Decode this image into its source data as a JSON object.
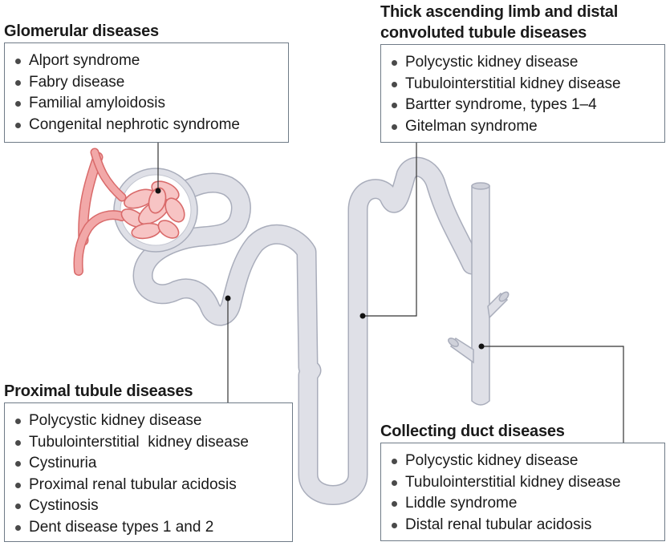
{
  "sections": {
    "glomerular": {
      "title": "Glomerular diseases",
      "items": [
        "Alport syndrome",
        "Fabry disease",
        "Familial amyloidosis",
        "Congenital nephrotic syndrome"
      ]
    },
    "thick_ascending": {
      "title_line1": "Thick ascending limb and distal",
      "title_line2": "convoluted tubule diseases",
      "items": [
        "Polycystic kidney disease",
        "Tubulointerstitial kidney disease",
        "Bartter syndrome, types 1–4",
        "Gitelman syndrome"
      ]
    },
    "proximal": {
      "title": "Proximal tubule diseases",
      "items": [
        "Polycystic kidney disease",
        "Tubulointerstitial  kidney disease",
        "Cystinuria",
        "Proximal renal tubular acidosis",
        "Cystinosis",
        "Dent disease types 1 and 2"
      ]
    },
    "collecting": {
      "title": "Collecting duct diseases",
      "items": [
        "Polycystic kidney disease",
        "Tubulointerstitial kidney disease",
        "Liddle syndrome",
        "Distal renal tubular acidosis"
      ]
    }
  },
  "colors": {
    "tubule_fill": "#dfe0e7",
    "tubule_stroke": "#a9adbb",
    "vessel_fill": "#f2a8a8",
    "vessel_stroke": "#d96a6a",
    "box_border": "#6f7b87",
    "leader_line": "#333333"
  }
}
